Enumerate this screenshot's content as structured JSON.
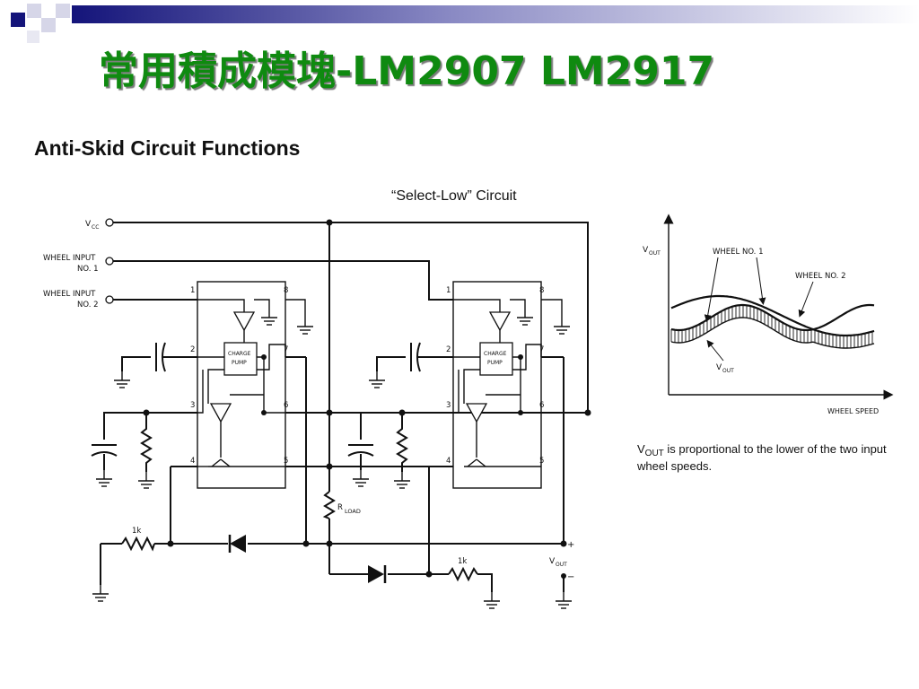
{
  "slide": {
    "title": "常用積成模塊-LM2907 LM2917",
    "heading": "Anti-Skid Circuit Functions",
    "subheading": "“Select-Low” Circuit",
    "caption_prefix": "V",
    "caption_sub": "OUT",
    "caption_rest": " is proportional to the lower of the two input wheel speeds.",
    "colors": {
      "title": "#0f8a10",
      "deco_navy": "#14147a",
      "deco_light": "#d6d6e8"
    }
  },
  "schematic": {
    "vcc_label": "V",
    "vcc_sub": "CC",
    "wheel1_label_line1": "WHEEL INPUT",
    "wheel1_label_line2": "NO. 1",
    "wheel2_label_line1": "WHEEL INPUT",
    "wheel2_label_line2": "NO. 2",
    "chip_block_line1": "CHARGE",
    "chip_block_line2": "PUMP",
    "pins": [
      "1",
      "2",
      "3",
      "4",
      "5",
      "6",
      "7",
      "8"
    ],
    "rload_label": "R",
    "rload_sub": "LOAD",
    "resistor_1k_label": "1k",
    "vout_label": "V",
    "vout_sub": "OUT",
    "vout_plus": "+",
    "vout_minus": "−"
  },
  "graph": {
    "y_label": "V",
    "y_sub": "OUT",
    "x_label": "WHEEL SPEED",
    "curve1_label": "WHEEL NO. 1",
    "curve2_label": "WHEEL NO. 2",
    "vout_label": "V",
    "vout_sub": "OUT"
  }
}
